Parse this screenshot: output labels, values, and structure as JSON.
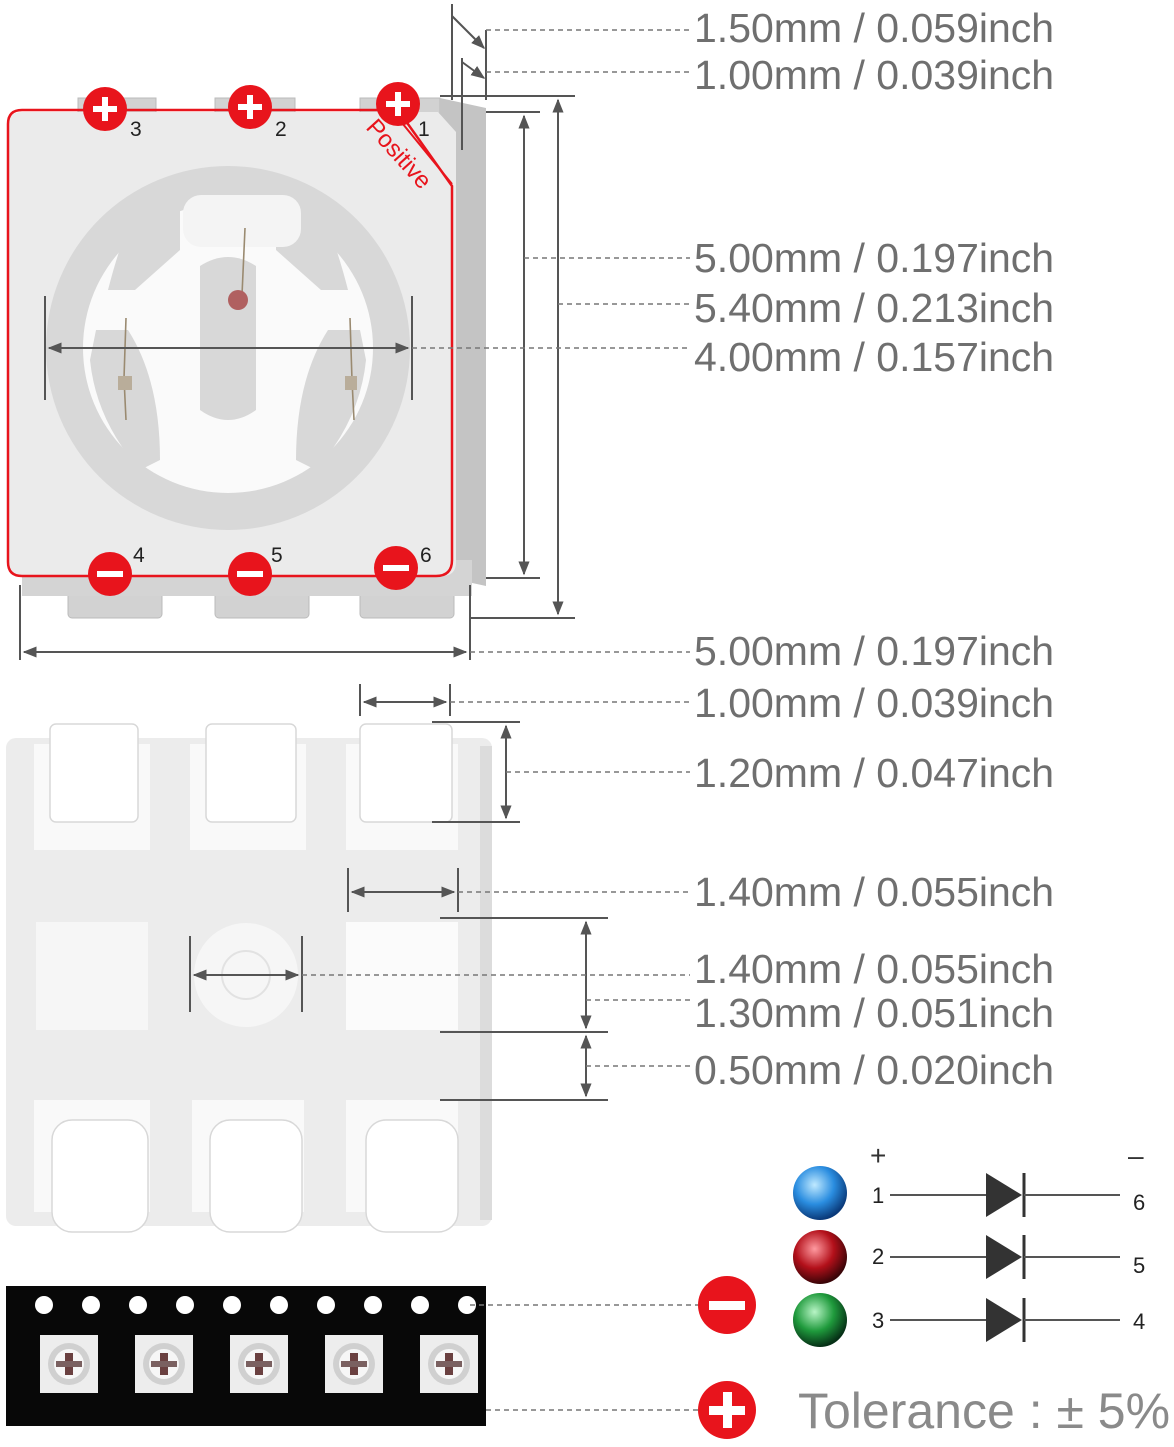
{
  "dimensions": {
    "top_offset": "1.50mm / 0.059inch",
    "top_margin": "1.00mm / 0.039inch",
    "lens_height": "5.00mm / 0.197inch",
    "body_height": "5.40mm / 0.213inch",
    "lens_diameter": "4.00mm / 0.157inch",
    "body_width": "5.00mm / 0.197inch",
    "pad_width": "1.00mm / 0.039inch",
    "pad_height": "1.20mm / 0.047inch",
    "center_pad_width": "1.40mm / 0.055inch",
    "circle_diameter": "1.40mm / 0.055inch",
    "center_pad_height": "1.30mm / 0.051inch",
    "pad_gap": "0.50mm / 0.020inch"
  },
  "pins": {
    "top": [
      "3",
      "2",
      "1"
    ],
    "bottom": [
      "4",
      "5",
      "6"
    ]
  },
  "polarity": {
    "positive_label": "Positive",
    "plus_sign": "+",
    "minus_sign": "–"
  },
  "circuit": [
    {
      "color": "blue",
      "anode": "1",
      "cathode": "6"
    },
    {
      "color": "red",
      "anode": "2",
      "cathode": "5"
    },
    {
      "color": "green",
      "anode": "3",
      "cathode": "4"
    }
  ],
  "tolerance": "Tolerance : ± 5%",
  "colors": {
    "accent_red": "#e8141c",
    "dimension_gray": "#6f6f6f",
    "led_blue": "#2a8de0",
    "led_red": "#b3101a",
    "led_green": "#1f9a3c"
  }
}
